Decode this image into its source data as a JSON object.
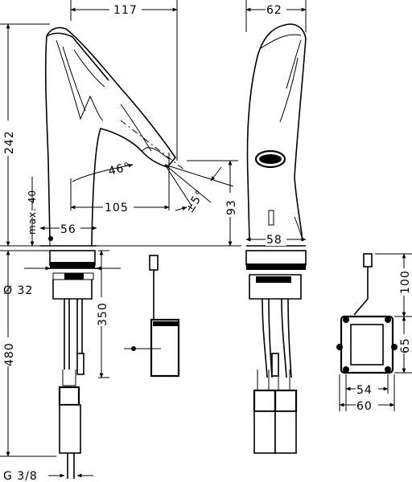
{
  "dimensions": {
    "spout_reach_top": "117",
    "side_width_top": "62",
    "height_total": "242",
    "max_40": "max. 40",
    "angle_46": "46°",
    "reach_105": "105",
    "angle_pm5": "±5°",
    "spout_height_93": "93",
    "base_56": "56",
    "base_58": "58",
    "diam_32": "Ø 32",
    "hose_350": "350",
    "below_480": "480",
    "thread": "G 3/8",
    "box_100": "100",
    "box_65": "65",
    "box_54": "54",
    "box_60": "60"
  }
}
